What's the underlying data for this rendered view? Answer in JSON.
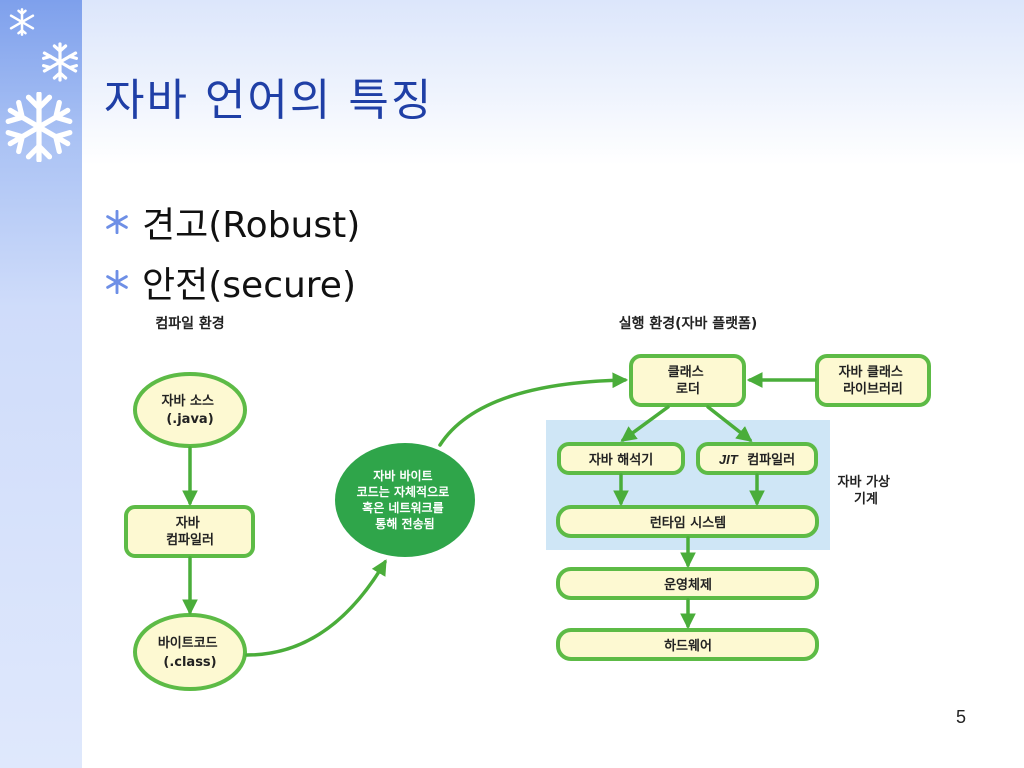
{
  "slide": {
    "title": "자바 언어의 특징",
    "page_number": "5"
  },
  "bullets": [
    {
      "icon": "snowflake-bullet-icon",
      "text": "견고(Robust)"
    },
    {
      "icon": "snowflake-bullet-icon",
      "text": "안전(secure)"
    }
  ],
  "diagram": {
    "compile_env": {
      "header": "컴파일 환경",
      "java_source": [
        "자바 소스",
        "(.java)"
      ],
      "compiler": [
        "자바",
        "컴파일러"
      ],
      "bytecode": [
        "바이트코드",
        "(.class)"
      ]
    },
    "transfer": [
      "자바 바이트",
      "코드는 자체적으로",
      "혹은 네트워크를",
      "통해 전송됨"
    ],
    "runtime_env": {
      "header": "실행 환경(자바 플랫폼)",
      "class_loader": [
        "클래스",
        "로더"
      ],
      "class_library": [
        "자바 클래스",
        "라이브러리"
      ],
      "interpreter": "자바 해석기",
      "jit_prefix": "JIT",
      "jit_rest": "컴파일러",
      "runtime_system": "런타임 시스템",
      "jvm_label": [
        "자바 가상",
        "기계"
      ],
      "os": "운영체제",
      "hardware": "하드웨어"
    }
  },
  "colors": {
    "title": "#1f3fa6",
    "node_fill": "#fdf9d2",
    "node_stroke": "#5dbb46",
    "arrow": "#4aad3a",
    "transfer_fill": "#2fa54a",
    "jvm_band": "#cfe6f6",
    "bullet_star": "#6e8fe6"
  }
}
